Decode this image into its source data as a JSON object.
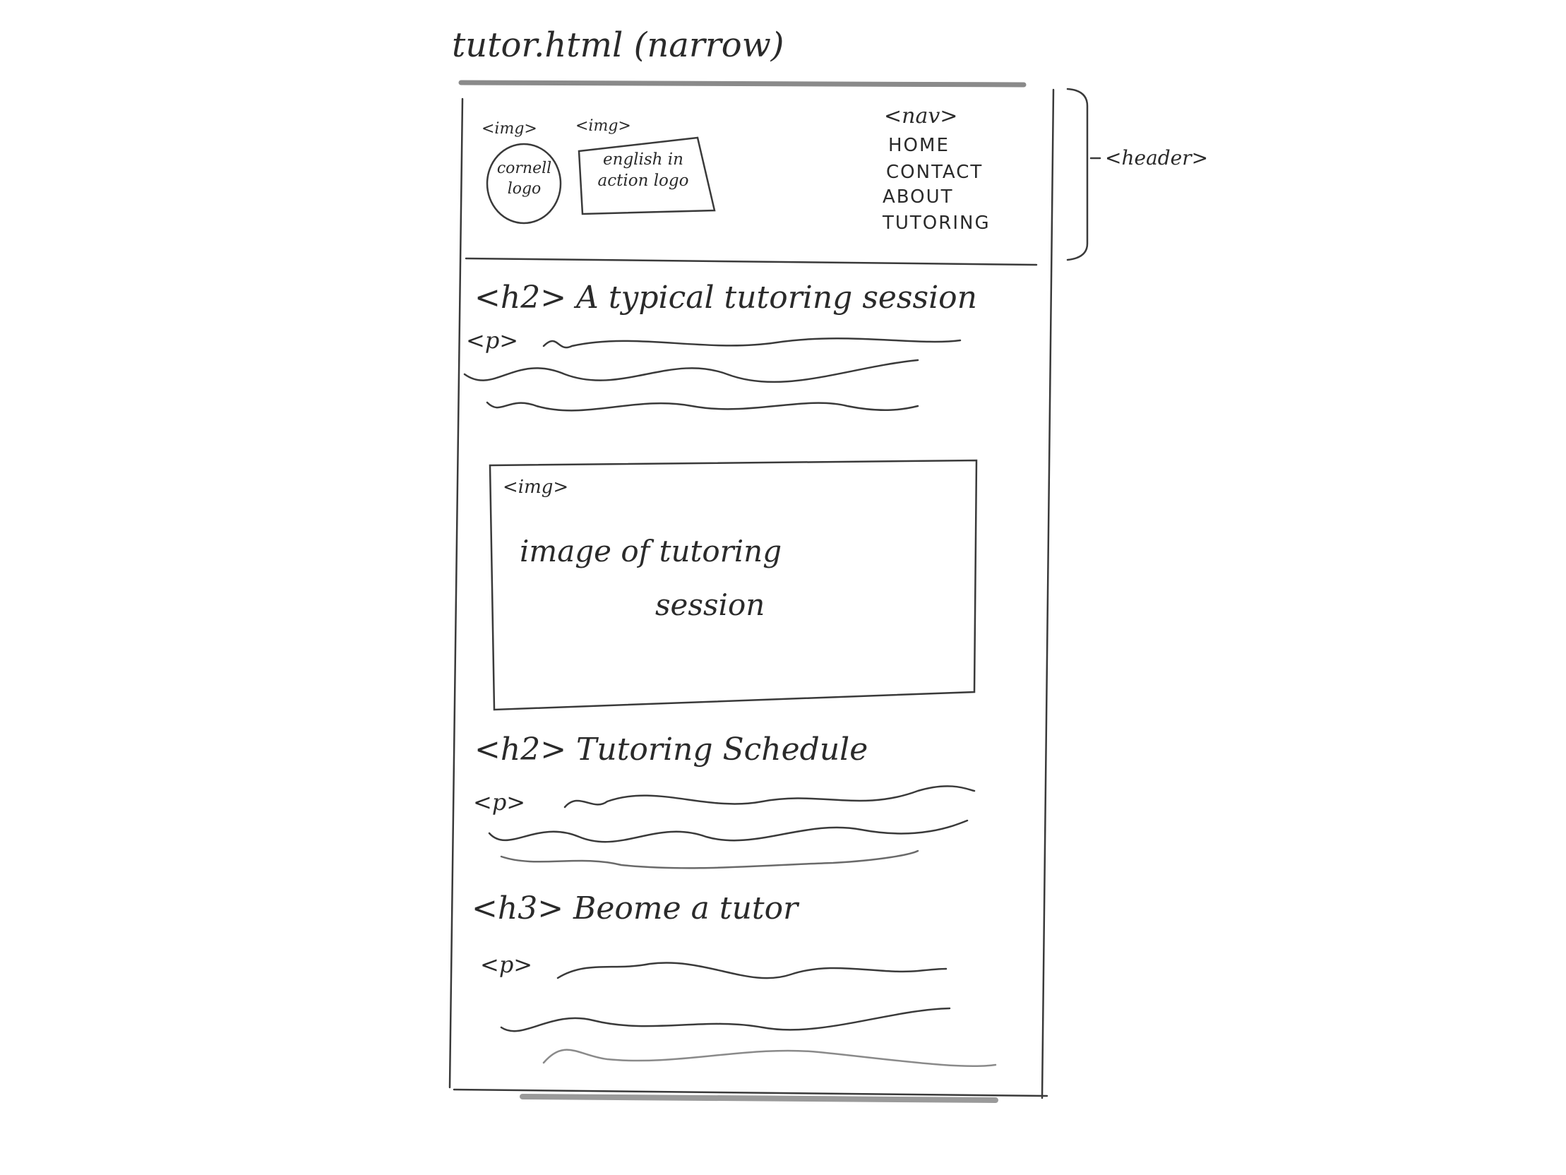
{
  "page_title": "tutor.html (narrow)",
  "header_annotation": "<header>",
  "logos": {
    "cornell": {
      "tag": "<img>",
      "text": "cornell logo"
    },
    "english": {
      "tag": "<img>",
      "text": "english in action logo"
    }
  },
  "nav": {
    "tag": "<nav>",
    "items": [
      "HOME",
      "CONTACT",
      "ABOUT",
      "TUTORING"
    ]
  },
  "sections": {
    "session": {
      "heading": "<h2> A typical tutoring session",
      "para_tag": "<p>"
    },
    "image": {
      "tag": "<img>",
      "caption_line1": "image of tutoring",
      "caption_line2": "session"
    },
    "schedule": {
      "heading": "<h2> Tutoring Schedule",
      "para_tag": "<p>"
    },
    "tutor": {
      "heading": "<h3> Beome a tutor",
      "para_tag": "<p>"
    }
  }
}
